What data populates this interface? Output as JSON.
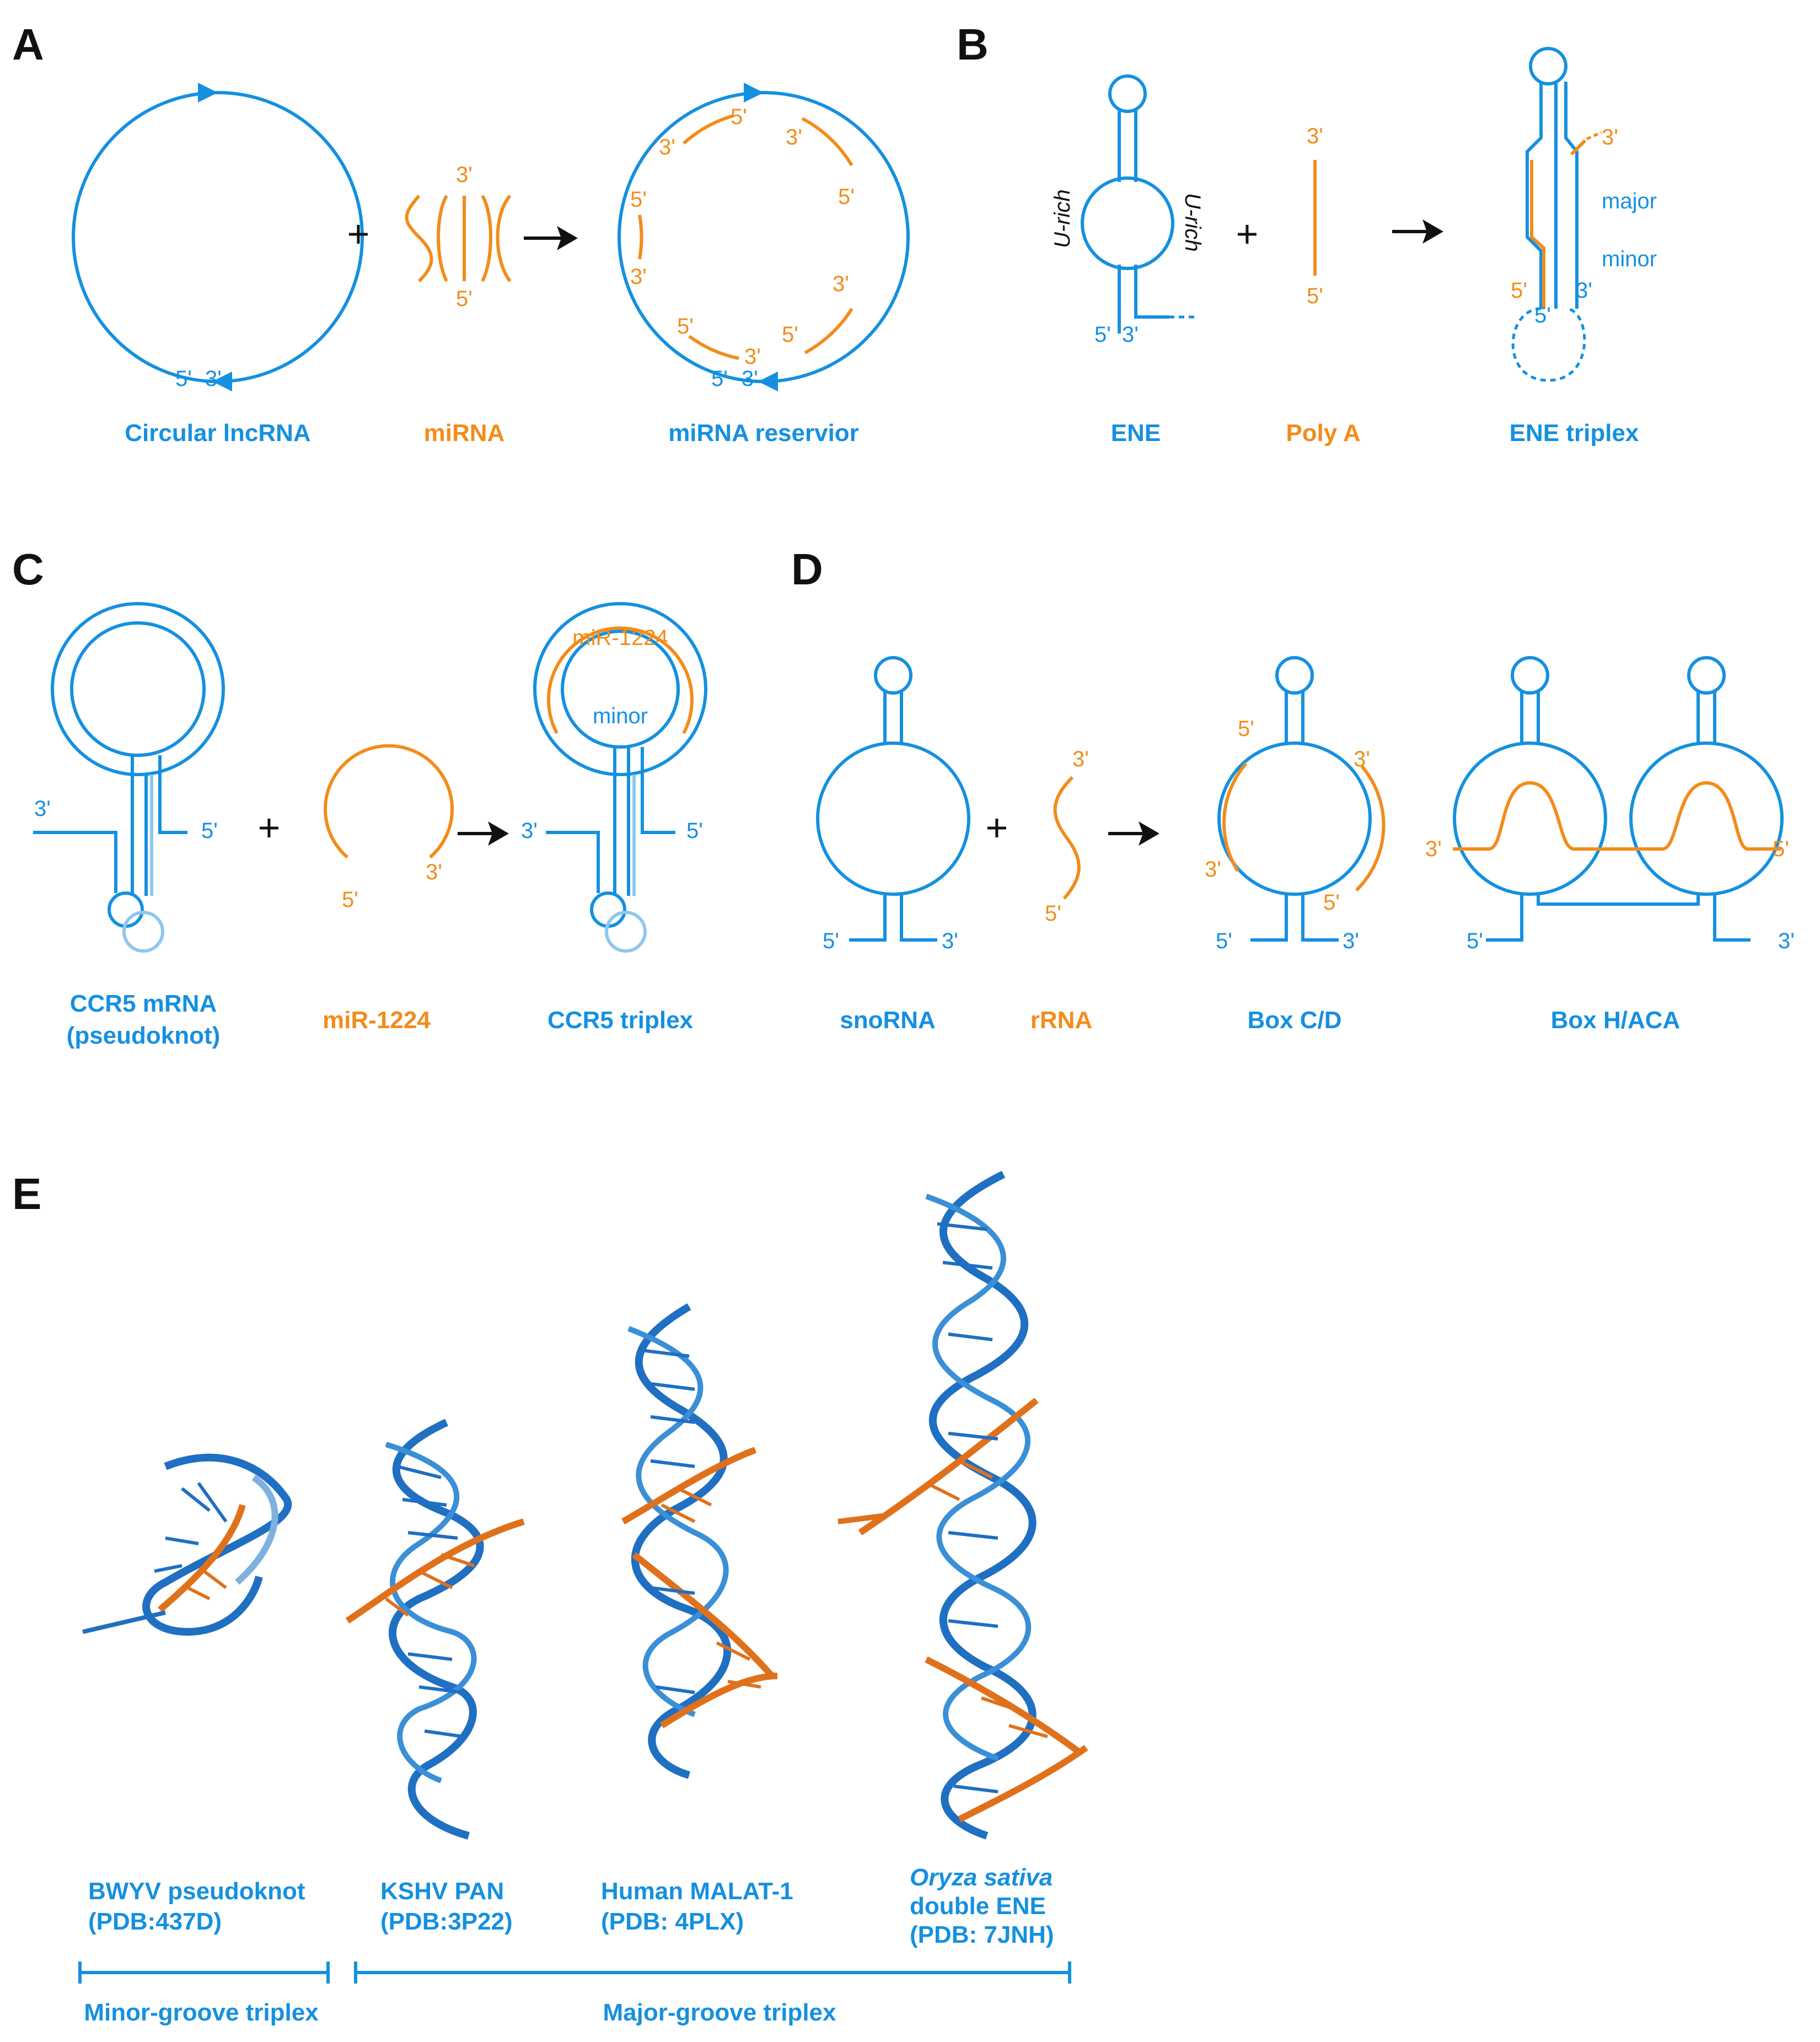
{
  "panels": {
    "a": "A",
    "b": "B",
    "c": "C",
    "d": "D",
    "e": "E"
  },
  "colors": {
    "rna_blue": "#1590e0",
    "partner_orange": "#f28c1a",
    "structure_blue": "#1f6fc2",
    "structure_orange": "#e0711c"
  },
  "panel_a": {
    "captions": {
      "circular": "Circular lncRNA",
      "mirna": "miRNA",
      "reservoir": "miRNA reservior"
    },
    "circle_ends": {
      "five": "5'",
      "three": "3'"
    },
    "mirna_ends": {
      "three": "3'",
      "five": "5'"
    },
    "reservoir_labels": [
      "5'",
      "3'",
      "3'",
      "5'",
      "5'",
      "3'",
      "3'",
      "5'",
      "5'",
      "3'",
      "5'",
      "3'"
    ]
  },
  "panel_b": {
    "captions": {
      "ene": "ENE",
      "polya": "Poly A",
      "triplex": "ENE triplex"
    },
    "u_rich_left": "U-rich",
    "u_rich_right": "U-rich",
    "ene_ends": {
      "five": "5'",
      "three": "3'"
    },
    "polya_ends": {
      "three": "3'",
      "five": "5'"
    },
    "triplex_labels": {
      "orange_three": "3'",
      "major": "major",
      "minor": "minor",
      "orange_five": "5'",
      "blue_three": "3'",
      "blue_five": "5'"
    }
  },
  "panel_c": {
    "captions": {
      "ccr5_line1": "CCR5 mRNA",
      "ccr5_line2": "(pseudoknot)",
      "mir": "miR-1224",
      "triplex": "CCR5 triplex"
    },
    "mrna_ends": {
      "three": "3'",
      "five": "5'"
    },
    "mir_ends": {
      "five": "5'",
      "three": "3'"
    },
    "triplex_labels": {
      "mir_name": "miR-1224",
      "minor": "minor",
      "three": "3'",
      "five": "5'"
    }
  },
  "panel_d": {
    "captions": {
      "snorna": "snoRNA",
      "rrna": "rRNA",
      "boxcd": "Box C/D",
      "boxhaca": "Box H/ACA"
    },
    "sno_ends": {
      "five": "5'",
      "three": "3'"
    },
    "rrna_ends": {
      "three": "3'",
      "five": "5'"
    },
    "boxcd_labels": {
      "o_left_top": "5'",
      "o_left_bottom": "3'",
      "o_right_top": "3'",
      "o_right_bottom": "5'",
      "b_five": "5'",
      "b_three": "3'"
    },
    "boxhaca_labels": {
      "o_three": "3'",
      "o_five": "5'",
      "b_five": "5'",
      "b_three": "3'"
    }
  },
  "panel_e": {
    "structures": [
      {
        "line1": "BWYV pseudoknot",
        "line1_italic": false,
        "line2": "(PDB:437D)",
        "line3": ""
      },
      {
        "line1": "KSHV PAN",
        "line1_italic": false,
        "line2": "(PDB:3P22)",
        "line3": ""
      },
      {
        "line1": "Human MALAT-1",
        "line1_italic": false,
        "line2": "(PDB: 4PLX)",
        "line3": ""
      },
      {
        "line1": "Oryza sativa",
        "line1_italic": true,
        "line2": "double ENE",
        "line3": "(PDB: 7JNH)"
      }
    ],
    "groups": {
      "minor": "Minor-groove triplex",
      "major": "Major-groove triplex"
    }
  },
  "symbols": {
    "plus": "+",
    "arrow": "→"
  }
}
